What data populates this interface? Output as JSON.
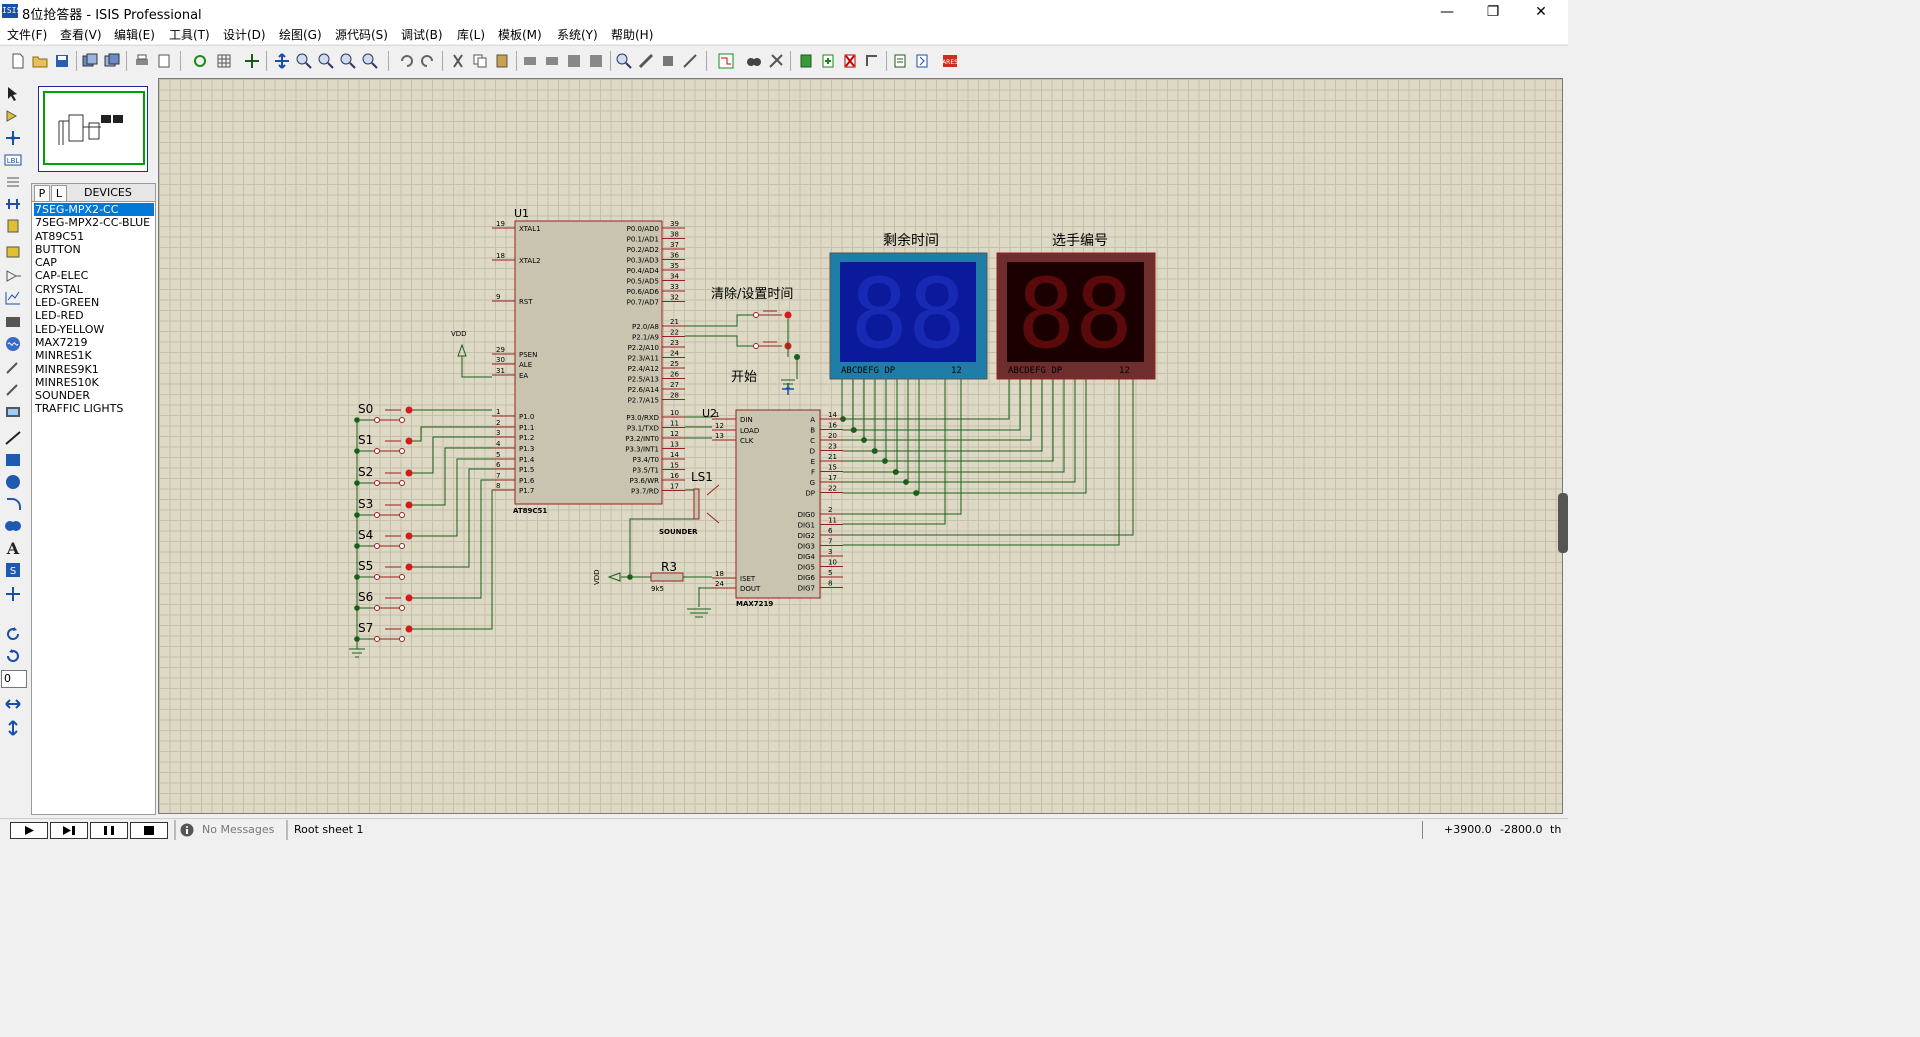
{
  "window": {
    "title": "8位抢答器 - ISIS Professional",
    "app_icon": "ISIS",
    "minimize": "—",
    "restore": "❐",
    "close": "✕"
  },
  "menu": [
    "文件(F)",
    "查看(V)",
    "编辑(E)",
    "工具(T)",
    "设计(D)",
    "绘图(G)",
    "源代码(S)",
    "调试(B)",
    "库(L)",
    "模板(M)",
    "系统(Y)",
    "帮助(H)"
  ],
  "device_panel": {
    "tab_p": "P",
    "tab_l": "L",
    "title": "DEVICES",
    "items": [
      "7SEG-MPX2-CC",
      "7SEG-MPX2-CC-BLUE",
      "AT89C51",
      "BUTTON",
      "CAP",
      "CAP-ELEC",
      "CRYSTAL",
      "LED-GREEN",
      "LED-RED",
      "LED-YELLOW",
      "MAX7219",
      "MINRES1K",
      "MINRES9K1",
      "MINRES10K",
      "SOUNDER",
      "TRAFFIC LIGHTS"
    ],
    "selected_index": 0
  },
  "rotation_value": "0",
  "schematic": {
    "u1_ref": "U1",
    "u1_part": "AT89C51",
    "u1_left_pins": [
      {
        "num": "19",
        "name": "XTAL1"
      },
      {
        "num": "18",
        "name": "XTAL2"
      },
      {
        "num": "9",
        "name": "RST"
      },
      {
        "num": "29",
        "name": "PSEN"
      },
      {
        "num": "30",
        "name": "ALE"
      },
      {
        "num": "31",
        "name": "EA"
      },
      {
        "num": "1",
        "name": "P1.0"
      },
      {
        "num": "2",
        "name": "P1.1"
      },
      {
        "num": "3",
        "name": "P1.2"
      },
      {
        "num": "4",
        "name": "P1.3"
      },
      {
        "num": "5",
        "name": "P1.4"
      },
      {
        "num": "6",
        "name": "P1.5"
      },
      {
        "num": "7",
        "name": "P1.6"
      },
      {
        "num": "8",
        "name": "P1.7"
      }
    ],
    "u1_right_pins": [
      {
        "num": "39",
        "name": "P0.0/AD0"
      },
      {
        "num": "38",
        "name": "P0.1/AD1"
      },
      {
        "num": "37",
        "name": "P0.2/AD2"
      },
      {
        "num": "36",
        "name": "P0.3/AD3"
      },
      {
        "num": "35",
        "name": "P0.4/AD4"
      },
      {
        "num": "34",
        "name": "P0.5/AD5"
      },
      {
        "num": "33",
        "name": "P0.6/AD6"
      },
      {
        "num": "32",
        "name": "P0.7/AD7"
      },
      {
        "num": "21",
        "name": "P2.0/A8"
      },
      {
        "num": "22",
        "name": "P2.1/A9"
      },
      {
        "num": "23",
        "name": "P2.2/A10"
      },
      {
        "num": "24",
        "name": "P2.3/A11"
      },
      {
        "num": "25",
        "name": "P2.4/A12"
      },
      {
        "num": "26",
        "name": "P2.5/A13"
      },
      {
        "num": "27",
        "name": "P2.6/A14"
      },
      {
        "num": "28",
        "name": "P2.7/A15"
      },
      {
        "num": "10",
        "name": "P3.0/RXD"
      },
      {
        "num": "11",
        "name": "P3.1/TXD"
      },
      {
        "num": "12",
        "name": "P3.2/INT0"
      },
      {
        "num": "13",
        "name": "P3.3/INT1"
      },
      {
        "num": "14",
        "name": "P3.4/T0"
      },
      {
        "num": "15",
        "name": "P3.5/T1"
      },
      {
        "num": "16",
        "name": "P3.6/WR"
      },
      {
        "num": "17",
        "name": "P3.7/RD"
      }
    ],
    "u2_ref": "U2",
    "u2_part": "MAX7219",
    "u2_left_pins": [
      {
        "num": "1",
        "name": "DIN"
      },
      {
        "num": "12",
        "name": "LOAD"
      },
      {
        "num": "13",
        "name": "CLK"
      },
      {
        "num": "18",
        "name": "ISET"
      },
      {
        "num": "24",
        "name": "DOUT"
      }
    ],
    "u2_right_pins": [
      {
        "num": "14",
        "name": "A"
      },
      {
        "num": "16",
        "name": "B"
      },
      {
        "num": "20",
        "name": "C"
      },
      {
        "num": "23",
        "name": "D"
      },
      {
        "num": "21",
        "name": "E"
      },
      {
        "num": "15",
        "name": "F"
      },
      {
        "num": "17",
        "name": "G"
      },
      {
        "num": "22",
        "name": "DP"
      },
      {
        "num": "2",
        "name": "DIG0"
      },
      {
        "num": "11",
        "name": "DIG1"
      },
      {
        "num": "6",
        "name": "DIG2"
      },
      {
        "num": "7",
        "name": "DIG3"
      },
      {
        "num": "3",
        "name": "DIG4"
      },
      {
        "num": "10",
        "name": "DIG5"
      },
      {
        "num": "5",
        "name": "DIG6"
      },
      {
        "num": "8",
        "name": "DIG7"
      }
    ],
    "vdd_label": "VDD",
    "switch_labels": [
      "S0",
      "S1",
      "S2",
      "S3",
      "S4",
      "S5",
      "S6",
      "S7"
    ],
    "clear_label": "清除/设置时间",
    "start_label": "开始",
    "ls1_ref": "LS1",
    "ls1_part": "SOUNDER",
    "r3_ref": "R3",
    "r3_value": "9k5",
    "display1_title": "剩余时间",
    "display2_title": "选手编号",
    "display_pins": "ABCDEFG  DP",
    "display_digits_label": "12",
    "display_text": "88",
    "display1_color": "#0a1a9a",
    "display1_frame": "#1e7ea8",
    "display2_color": "#1a0000",
    "display2_frame": "#6e2e2e",
    "wire_color": "#1a5e1a",
    "part_fill": "#c8c4b0",
    "part_stroke": "#9a2020"
  },
  "status": {
    "messages": "No Messages",
    "sheet": "Root sheet 1",
    "x_coord": "+3900.0",
    "y_coord": "-2800.0",
    "units": "th"
  }
}
